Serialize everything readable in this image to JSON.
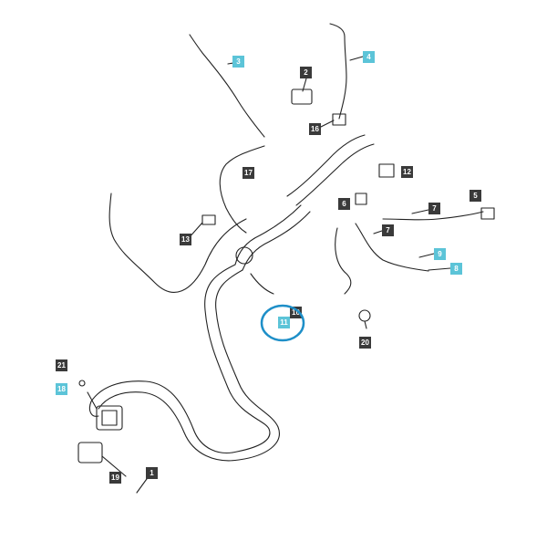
{
  "colors": {
    "dark_callout": "#3a3a3a",
    "light_callout": "#5cc4d8",
    "highlight_ring": "#1e8fc8",
    "line": "#222222"
  },
  "callouts": [
    {
      "label": "1",
      "style": "dark"
    },
    {
      "label": "2",
      "style": "dark"
    },
    {
      "label": "3",
      "style": "light"
    },
    {
      "label": "4",
      "style": "light"
    },
    {
      "label": "5",
      "style": "dark"
    },
    {
      "label": "6",
      "style": "dark"
    },
    {
      "label": "7",
      "style": "dark"
    },
    {
      "label": "7",
      "style": "dark"
    },
    {
      "label": "8",
      "style": "light"
    },
    {
      "label": "9",
      "style": "light"
    },
    {
      "label": "10",
      "style": "dark"
    },
    {
      "label": "11",
      "style": "light"
    },
    {
      "label": "12",
      "style": "dark"
    },
    {
      "label": "13",
      "style": "dark"
    },
    {
      "label": "16",
      "style": "dark"
    },
    {
      "label": "17",
      "style": "dark"
    },
    {
      "label": "18",
      "style": "light"
    },
    {
      "label": "19",
      "style": "dark"
    },
    {
      "label": "20",
      "style": "dark"
    },
    {
      "label": "21",
      "style": "dark"
    }
  ],
  "highlight": {
    "target_label": "11"
  }
}
